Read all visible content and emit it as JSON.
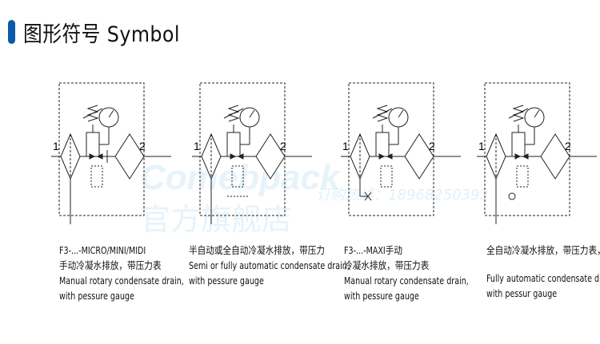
{
  "header": {
    "title": "图形符号 Symbol",
    "accent": "#0b5aa8"
  },
  "symbols": [
    {
      "port_in": "1",
      "port_out": "2"
    },
    {
      "port_in": "1",
      "port_out": "2"
    },
    {
      "port_in": "1",
      "port_out": "2"
    },
    {
      "port_in": "1",
      "port_out": "2"
    }
  ],
  "captions": [
    {
      "lines": [
        "F3-...-MICRO/MINI/MIDI",
        "手动冷凝水排放，带压力表",
        "Manual rotary condensate drain,",
        "with pessure gauge"
      ]
    },
    {
      "lines": [
        "半自动或全自动冷凝水排放，带压力",
        "Semi or fully automatic condensate drain,",
        "with pessure gauge"
      ]
    },
    {
      "lines": [
        "F3-...-MAXI手动",
        "冷凝水排放，带压力表",
        "Manual rotary condensate drain,",
        "with pessure gauge"
      ]
    },
    {
      "lines": [
        "全自动冷凝水排放，带压力表，",
        "Fully automatic condensate drain,",
        "with pessur gauge"
      ]
    }
  ],
  "watermark": {
    "brand": "Comebpack",
    "store": "官方旗舰店",
    "order": "订购热线：18968250393"
  }
}
